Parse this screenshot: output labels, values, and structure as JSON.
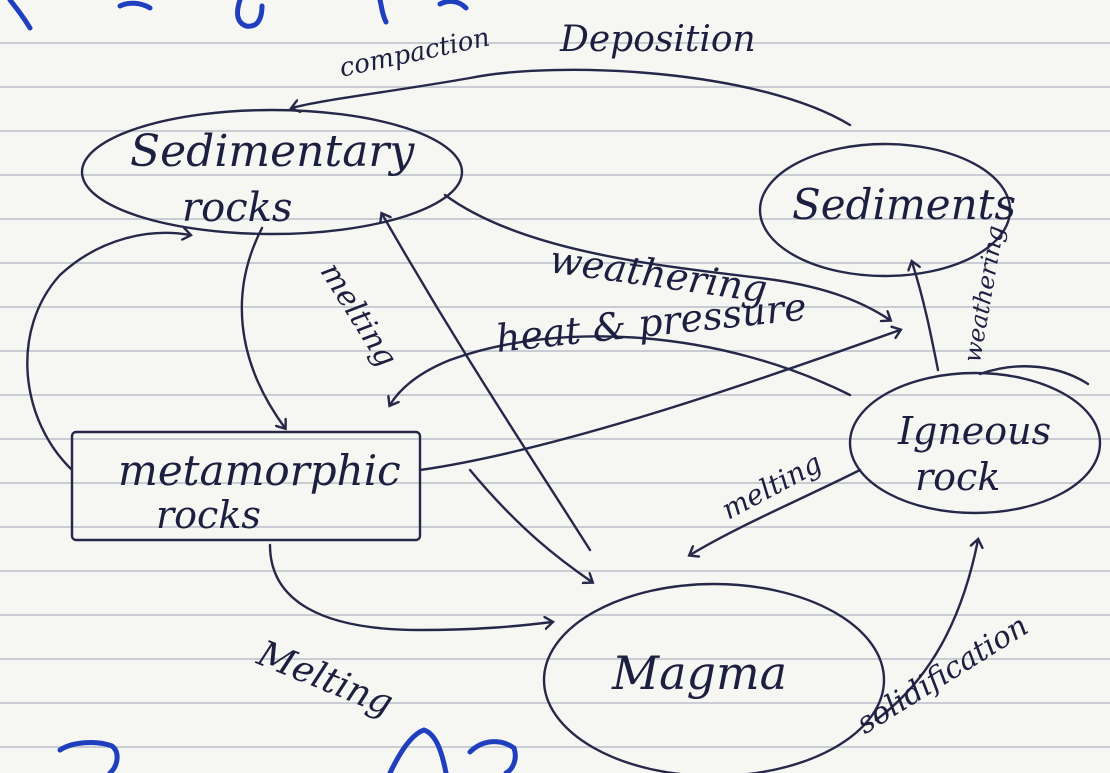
{
  "nodes": {
    "sedimentary": {
      "line1": "Sedimentary",
      "line2": "rocks"
    },
    "sediments": {
      "label": "Sediments"
    },
    "metamorphic": {
      "line1": "metamorphic",
      "line2": "rocks"
    },
    "igneous": {
      "line1": "Igneous",
      "line2": "rock"
    },
    "magma": {
      "label": "Magma"
    }
  },
  "edges": {
    "compaction": "compaction",
    "deposition": "Deposition",
    "weathering_main": "weathering",
    "weathering_side": "weathering",
    "heat_pressure": "heat & pressure",
    "melting_diag": "melting",
    "melting_igneous": "melting",
    "melting_meta": "Melting",
    "solidification": "solidification"
  },
  "colors": {
    "ink": "#26284a",
    "heading_ink": "#1f3fbf",
    "paper": "#f6f6f2",
    "rule_lines": "#c9cdd3"
  }
}
